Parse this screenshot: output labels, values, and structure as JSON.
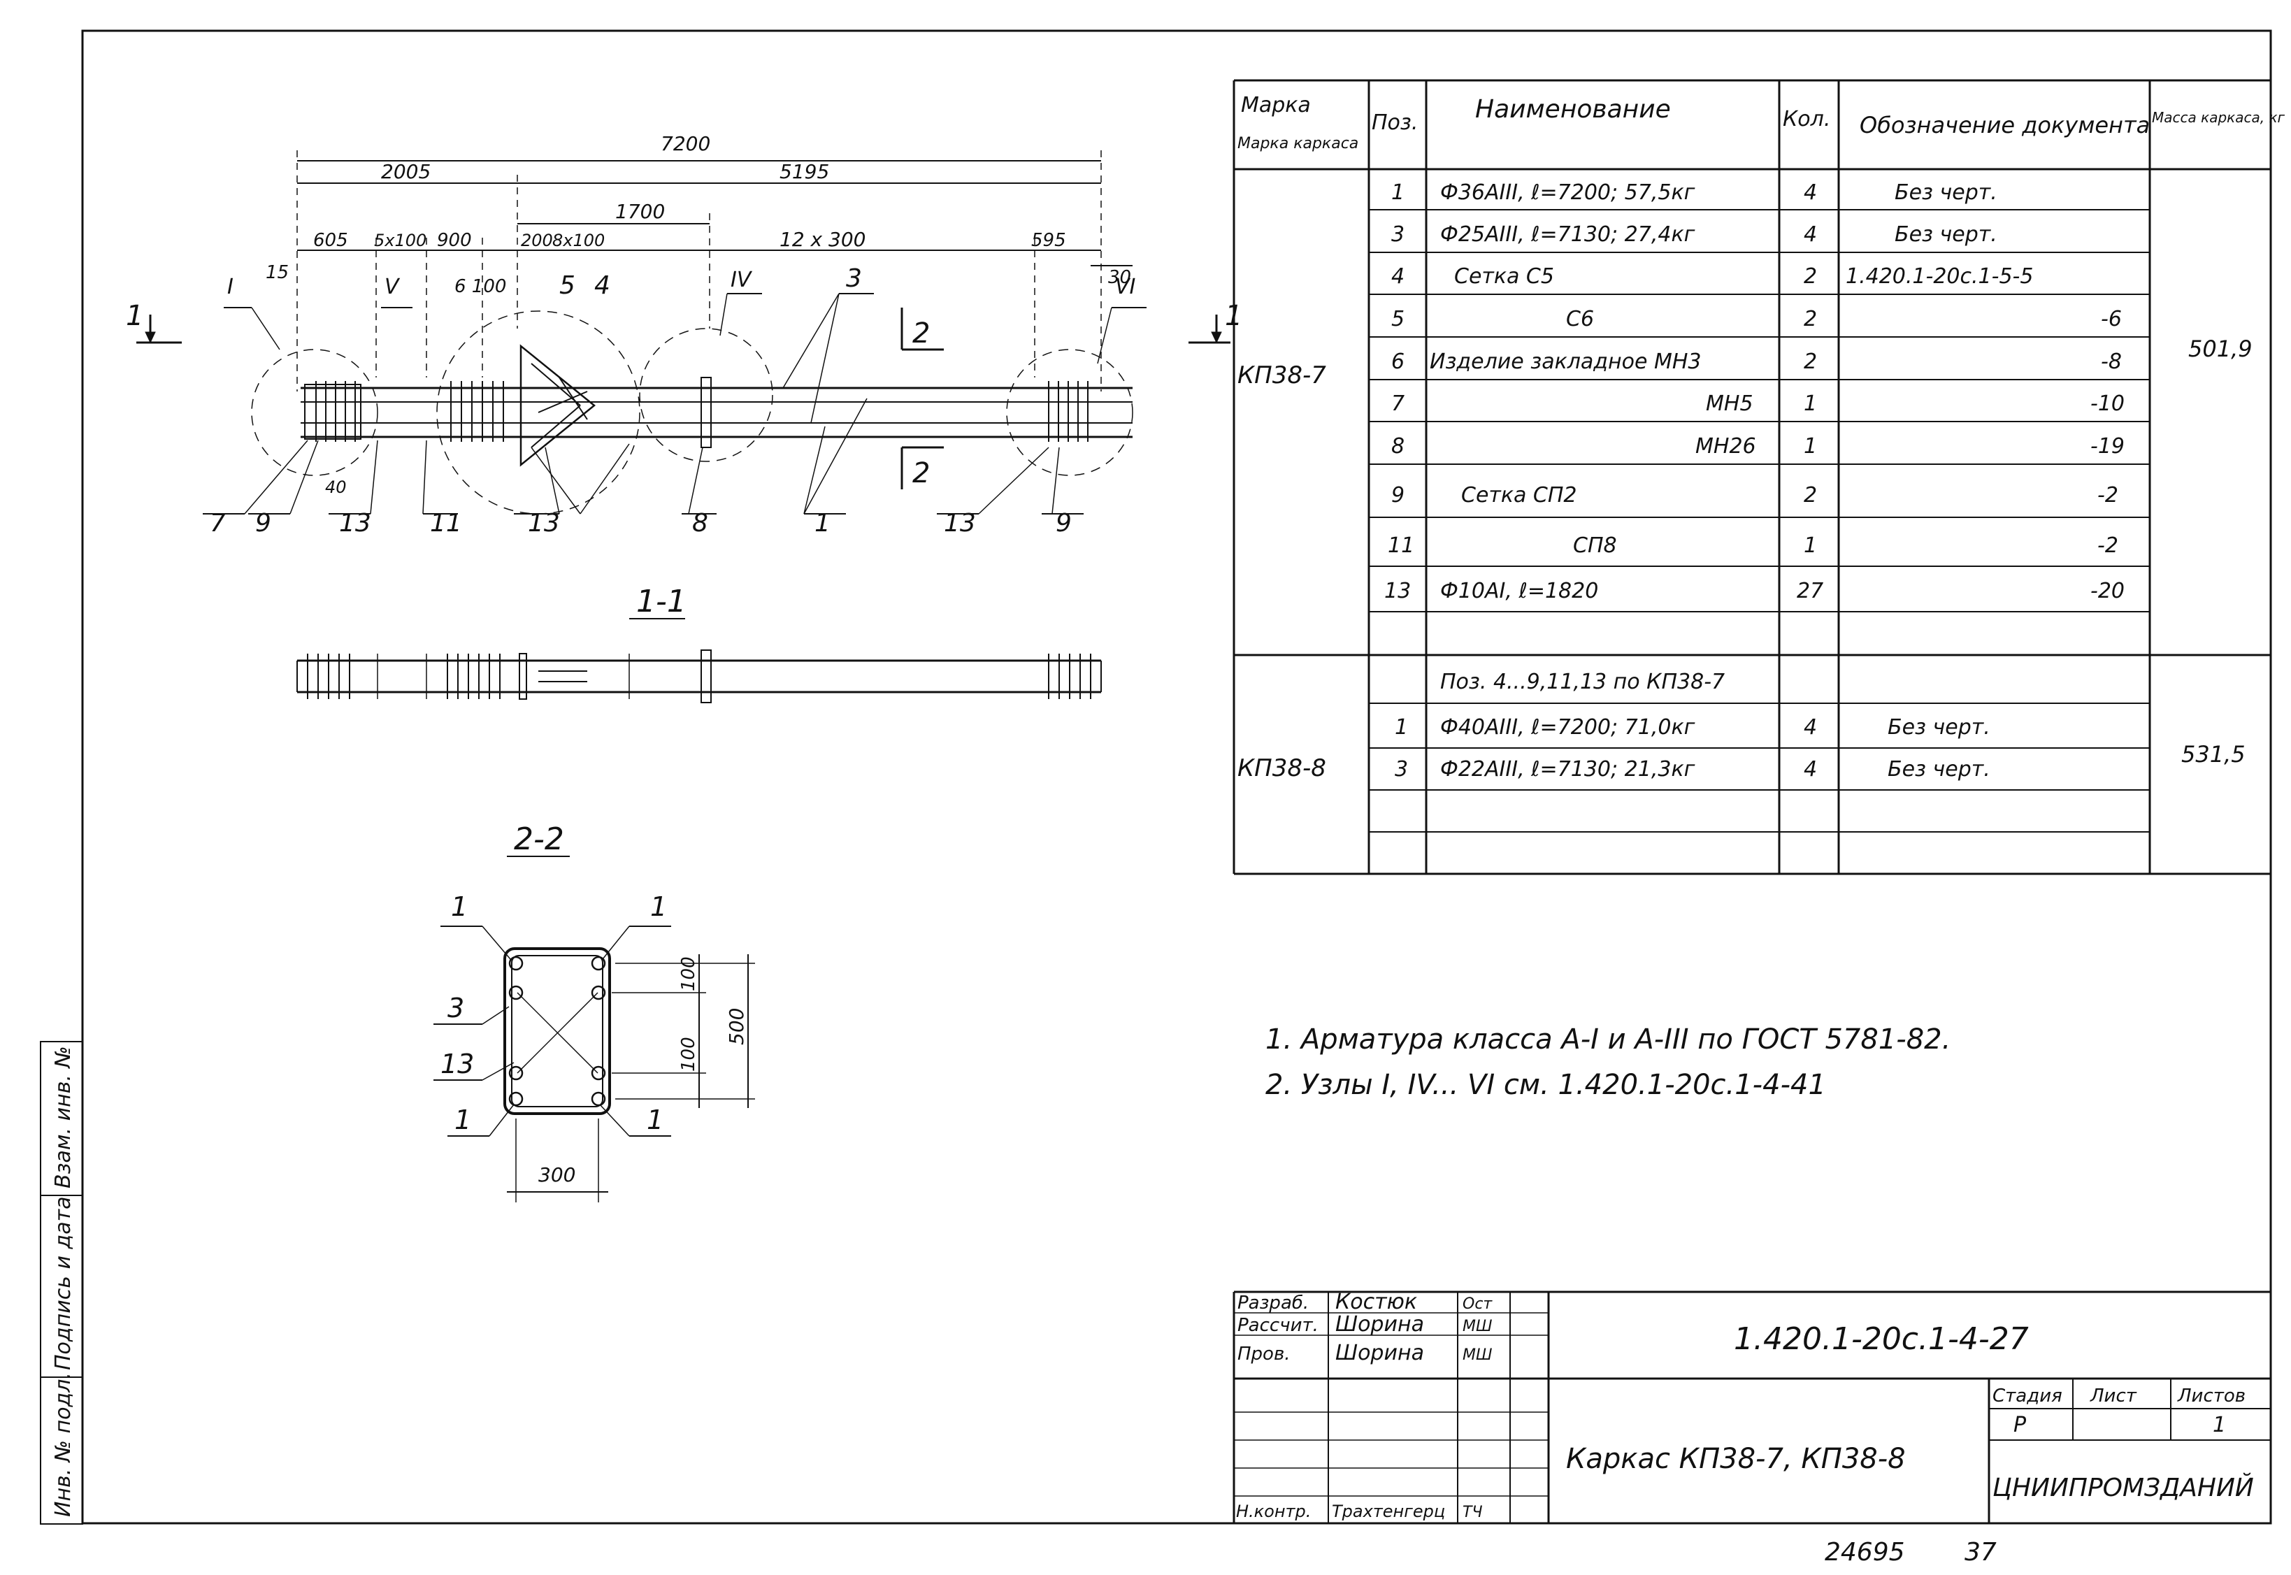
{
  "drawing": {
    "dims_top": {
      "overall": "7200",
      "left_part": "2005",
      "right_part": "5195",
      "mid_span": "1700",
      "seg_605": "605",
      "seg_5x100": "5x100",
      "seg_900": "900",
      "seg_6100": "6 100",
      "seg_200": "200",
      "seg_8x100": "8x100",
      "seg_12x300": "12 x 300",
      "seg_595": "595",
      "seg_30": "30",
      "seg_15": "15",
      "seg_40": "40"
    },
    "node_marks": [
      "I",
      "V",
      "IV",
      "VI"
    ],
    "position_labels_top": [
      "5",
      "4",
      "3"
    ],
    "position_labels_bottom": [
      "7",
      "9",
      "13",
      "11",
      "13",
      "8",
      "1",
      "13",
      "9"
    ],
    "section_marks": {
      "one": "1",
      "two": "2"
    },
    "section_1_1_title": "1-1",
    "section_2_2_title": "2-2",
    "section_2_2_labels": [
      "1",
      "1",
      "3",
      "13",
      "1",
      "1"
    ],
    "section_2_2_dims": {
      "d100a": "100",
      "d100b": "100",
      "d500": "500",
      "d300": "300"
    }
  },
  "spec_table": {
    "headers": {
      "mark": "Марка каркаса",
      "pos": "Поз.",
      "name": "Наименование",
      "qty": "Кол.",
      "doc": "Обозначение документа",
      "mass": "Масса каркаса, кг"
    },
    "group1": {
      "mark": "КП38-7",
      "mass": "501,9",
      "rows": [
        {
          "pos": "1",
          "name": "Ф36AIII, ℓ=7200; 57,5кг",
          "qty": "4",
          "doc": "Без черт."
        },
        {
          "pos": "3",
          "name": "Ф25AIII, ℓ=7130; 27,4кг",
          "qty": "4",
          "doc": "Без черт."
        },
        {
          "pos": "4",
          "name": "Сетка С5",
          "qty": "2",
          "doc": "1.420.1-20с.1-5-5"
        },
        {
          "pos": "5",
          "name": "С6",
          "qty": "2",
          "doc": "-6"
        },
        {
          "pos": "6",
          "name": "Изделие закладное МН3",
          "qty": "2",
          "doc": "-8"
        },
        {
          "pos": "7",
          "name": "МН5",
          "qty": "1",
          "doc": "-10"
        },
        {
          "pos": "8",
          "name": "МН26",
          "qty": "1",
          "doc": "-19"
        },
        {
          "pos": "9",
          "name": "Сетка СП2",
          "qty": "2",
          "doc": "-2"
        },
        {
          "pos": "11",
          "name": "СП8",
          "qty": "1",
          "doc": "-2"
        },
        {
          "pos": "13",
          "name": "Ф10AI, ℓ=1820",
          "qty": "27",
          "doc": "-20"
        },
        {
          "pos": "",
          "name": "",
          "qty": "",
          "doc": ""
        }
      ]
    },
    "group2": {
      "mark": "КП38-8",
      "mass": "531,5",
      "rows": [
        {
          "pos": "",
          "name": "Поз. 4...9,11,13 по КП38-7",
          "qty": "",
          "doc": ""
        },
        {
          "pos": "1",
          "name": "Ф40AIII, ℓ=7200; 71,0кг",
          "qty": "4",
          "doc": "Без черт."
        },
        {
          "pos": "3",
          "name": "Ф22AIII, ℓ=7130; 21,3кг",
          "qty": "4",
          "doc": "Без черт."
        },
        {
          "pos": "",
          "name": "",
          "qty": "",
          "doc": ""
        },
        {
          "pos": "",
          "name": "",
          "qty": "",
          "doc": ""
        }
      ]
    }
  },
  "notes": [
    "1. Арматура класса А-I и А-III по ГОСТ 5781-82.",
    "2. Узлы I, IV... VI см. 1.420.1-20с.1-4-41"
  ],
  "title_block": {
    "roles": [
      {
        "role": "Разраб.",
        "name": "Костюк",
        "sign": "Ост"
      },
      {
        "role": "Рассчит.",
        "name": "Шорина",
        "sign": "МШ"
      },
      {
        "role": "Пров.",
        "name": "Шорина",
        "sign": "МШ"
      },
      {
        "role": "",
        "name": "",
        "sign": ""
      },
      {
        "role": "",
        "name": "",
        "sign": ""
      },
      {
        "role": "",
        "name": "",
        "sign": ""
      },
      {
        "role": "Н.контр.",
        "name": "Трахтенгерц",
        "sign": "ТЧ"
      }
    ],
    "designation": "1.420.1-20с.1-4-27",
    "title": "Каркас КП38-7, КП38-8",
    "stage_label": "Стадия",
    "sheet_label": "Лист",
    "sheets_label": "Листов",
    "stage": "Р",
    "sheet": "",
    "sheets": "1",
    "org": "ЦНИИПРОМЗДАНИЙ"
  },
  "side_stamp": [
    "Инв. № подл.",
    "Подпись и дата",
    "Взам. инв. №"
  ],
  "footer": {
    "archive_number": "24695",
    "page": "37"
  }
}
